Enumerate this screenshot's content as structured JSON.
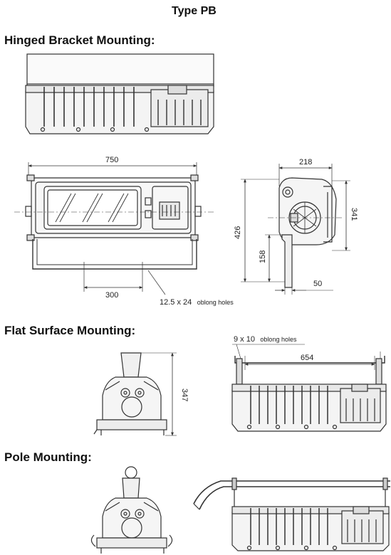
{
  "page": {
    "title": "Type PB"
  },
  "sections": {
    "hinged": {
      "heading": "Hinged Bracket Mounting:",
      "dims": {
        "width_top": "750",
        "side_width": "218",
        "side_height_total": "426",
        "side_height_body": "341",
        "bracket_height": "158",
        "bracket_offset": "50",
        "hole_spacing": "300",
        "holes_note_size": "12.5 x 24",
        "holes_note_text": "oblong holes"
      }
    },
    "flat": {
      "heading": "Flat Surface Mounting:",
      "dims": {
        "height": "347",
        "holes_note_size": "9 x 10",
        "holes_note_text": "oblong holes",
        "hole_spacing": "654"
      }
    },
    "pole": {
      "heading": "Pole Mounting:"
    }
  }
}
